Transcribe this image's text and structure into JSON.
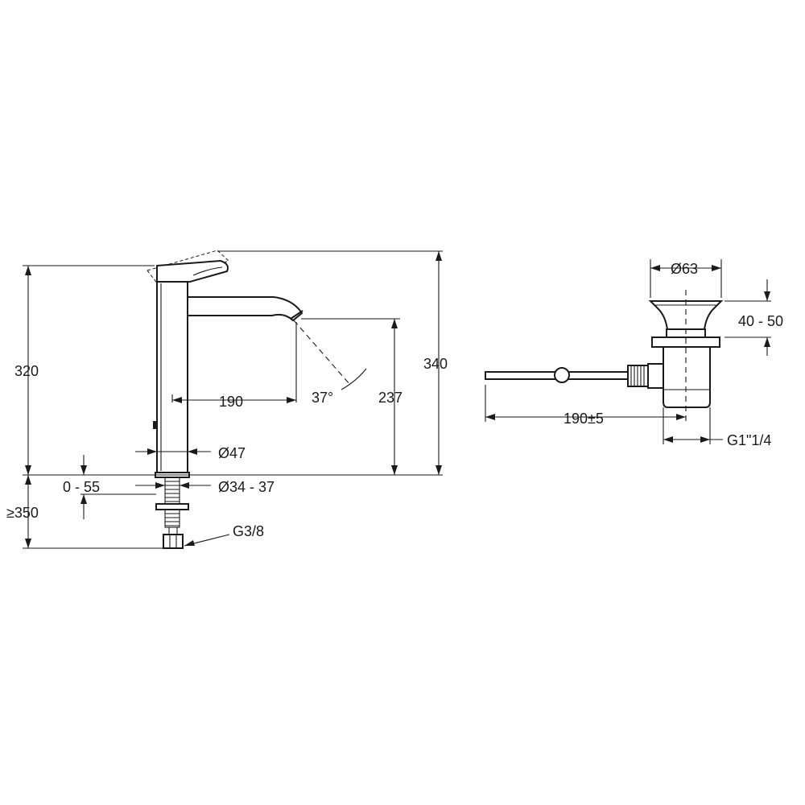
{
  "faucet": {
    "height_total": "320",
    "height_overall": "340",
    "spout_height": "237",
    "spout_reach": "190",
    "spout_angle": "37°",
    "body_diameter": "Ø47",
    "hole_diameter": "Ø34 - 37",
    "deck_thickness": "0 - 55",
    "hose_length": "≥350",
    "connection_thread": "G3/8"
  },
  "waste": {
    "flange_diameter": "Ø63",
    "waste_height": "40 - 50",
    "rod_length": "190±5",
    "outlet_thread": "G1\"1/4"
  }
}
